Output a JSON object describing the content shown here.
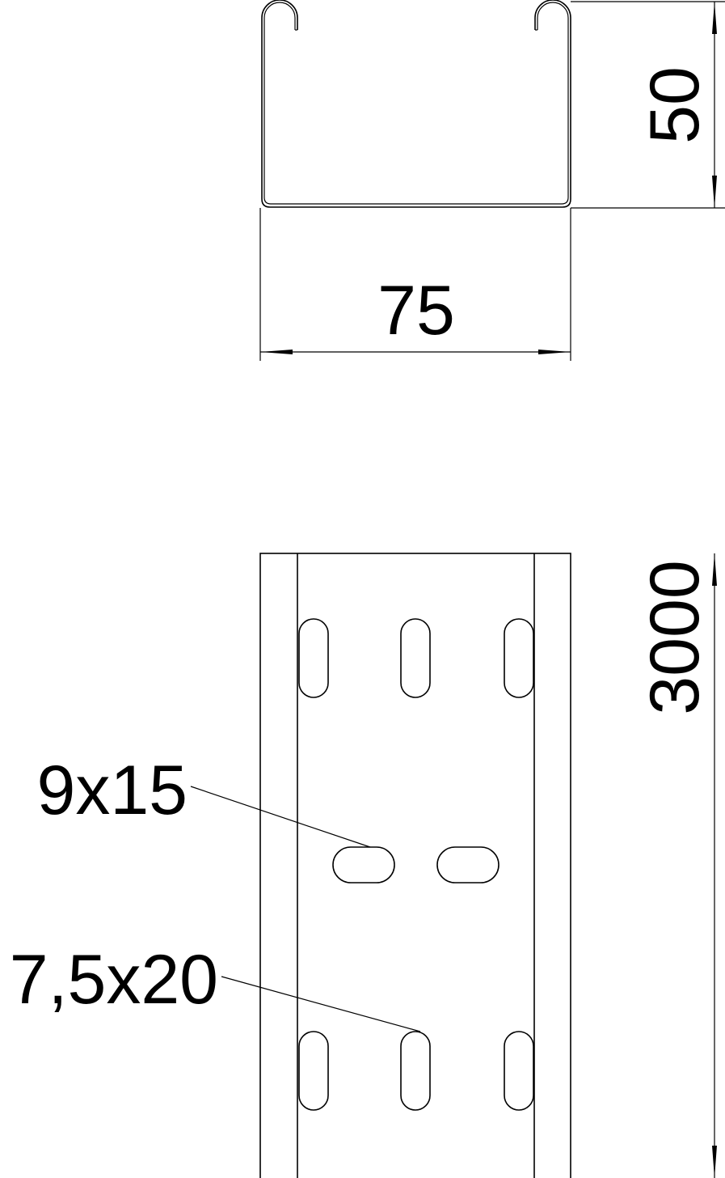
{
  "dimensions": {
    "height": "50",
    "width": "75",
    "length": "3000"
  },
  "callouts": {
    "horizontal_slot": "9x15",
    "vertical_slot": "7,5x20"
  }
}
